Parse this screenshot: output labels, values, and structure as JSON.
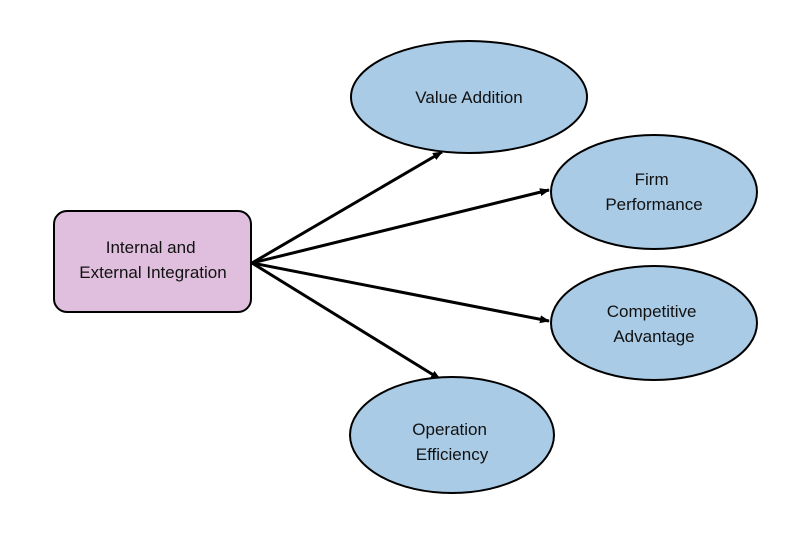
{
  "diagram": {
    "colors": {
      "source_fill": "#dfbfdd",
      "target_fill": "#a9cbe6",
      "stroke": "#000000"
    },
    "source": {
      "id": "integration",
      "lines": [
        "Internal and",
        "External Integration"
      ]
    },
    "targets": [
      {
        "id": "value-addition",
        "lines": [
          "Value Addition"
        ]
      },
      {
        "id": "firm-performance",
        "lines": [
          "Firm",
          "Performance"
        ]
      },
      {
        "id": "competitive-advantage",
        "lines": [
          "Competitive",
          "Advantage"
        ]
      },
      {
        "id": "operation-efficiency",
        "lines": [
          "Operation",
          "Efficiency"
        ]
      }
    ],
    "edges": [
      {
        "from": "integration",
        "to": "value-addition"
      },
      {
        "from": "integration",
        "to": "firm-performance"
      },
      {
        "from": "integration",
        "to": "competitive-advantage"
      },
      {
        "from": "integration",
        "to": "operation-efficiency"
      }
    ]
  }
}
